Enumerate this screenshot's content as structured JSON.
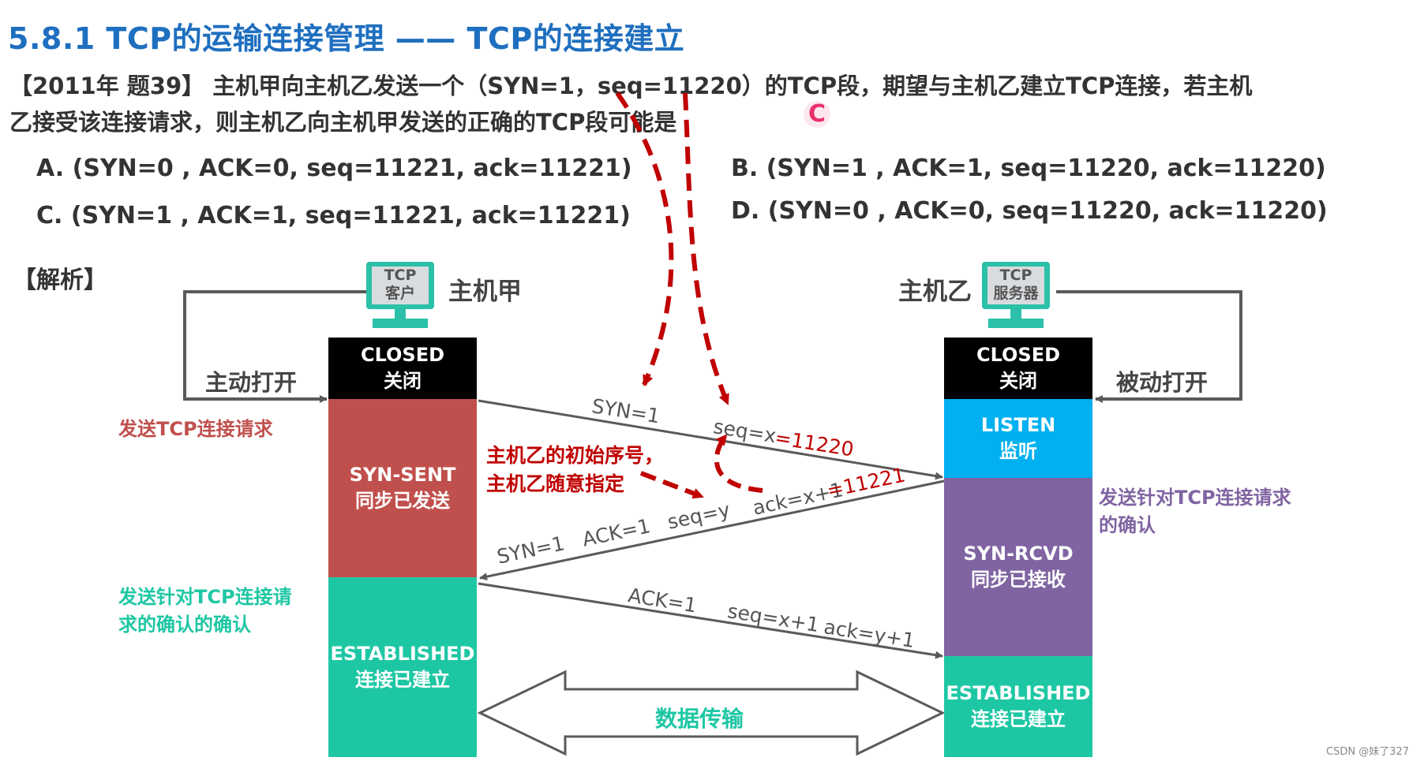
{
  "title": "5.8.1 TCP的运输连接管理 —— TCP的连接建立",
  "question": {
    "line1": "【2011年 题39】 主机甲向主机乙发送一个（SYN=1，seq=11220）的TCP段，期望与主机乙建立TCP连接，若主机",
    "line2": "乙接受该连接请求，则主机乙向主机甲发送的正确的TCP段可能是",
    "answer": "C"
  },
  "options": {
    "A": "A. (SYN=0 , ACK=0, seq=11221, ack=11221)",
    "B": "B. (SYN=1 , ACK=1, seq=11220, ack=11220)",
    "C": "C. (SYN=1 , ACK=1, seq=11221, ack=11221)",
    "D": "D. (SYN=0 , ACK=0, seq=11220, ack=11220)"
  },
  "analysis_label": "【解析】",
  "client": {
    "pc_line1": "TCP",
    "pc_line2": "客户",
    "name": "主机甲",
    "side_label": "主动打开",
    "states": {
      "closed": {
        "en": "CLOSED",
        "zh": "关闭",
        "color": "#000000"
      },
      "syn_sent": {
        "en": "SYN-SENT",
        "zh": "同步已发送",
        "color": "#c0504d"
      },
      "established": {
        "en": "ESTABLISHED",
        "zh": "连接已建立",
        "color": "#1ec7a4"
      }
    }
  },
  "server": {
    "pc_line1": "TCP",
    "pc_line2": "服务器",
    "name": "主机乙",
    "side_label": "被动打开",
    "states": {
      "closed": {
        "en": "CLOSED",
        "zh": "关闭",
        "color": "#000000"
      },
      "listen": {
        "en": "LISTEN",
        "zh": "监听",
        "color": "#00b0f0"
      },
      "syn_rcvd": {
        "en": "SYN-RCVD",
        "zh": "同步已接收",
        "color": "#8064a2"
      },
      "established": {
        "en": "ESTABLISHED",
        "zh": "连接已建立",
        "color": "#1ec7a4"
      }
    }
  },
  "notes": {
    "send_request": "发送TCP连接请求",
    "ack_of_ack_line1": "发送针对TCP连接请",
    "ack_of_ack_line2": "求的确认的确认",
    "ack_request_line1": "发送针对TCP连接请求",
    "ack_request_line2": "的确认",
    "initial_seq_line1": "主机乙的初始序号，",
    "initial_seq_line2": "主机乙随意指定"
  },
  "messages": {
    "m1_syn": "SYN=1",
    "m1_seq": "seq=x",
    "m1_seq_value": "=11220",
    "m2_syn": "SYN=1",
    "m2_ack": "ACK=1",
    "m2_seq": "seq=y",
    "m2_ackno": "ack=x+1",
    "m2_ackno_value": "=11221",
    "m3_ack": "ACK=1",
    "m3_seq": "seq=x+1",
    "m3_ackno": "ack=y+1"
  },
  "data_transfer": "数据传输",
  "watermark": "CSDN @妹了327",
  "colors": {
    "title": "#1f6fbf",
    "answer": "#e8316b",
    "annotation_red": "#c00000",
    "arrow_gray": "#5a5a5a"
  }
}
